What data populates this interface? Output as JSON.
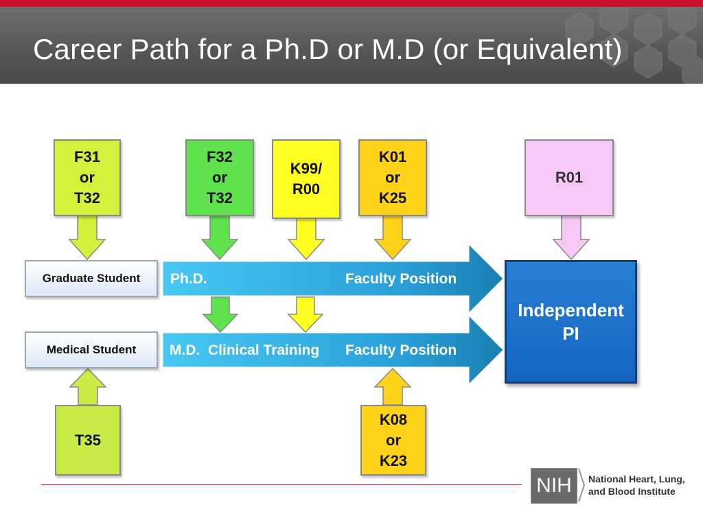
{
  "slide": {
    "title": "Career Path for a Ph.D or M.D (or Equivalent)"
  },
  "boxes": {
    "f31": [
      "F31",
      "or",
      "T32"
    ],
    "f32": [
      "F32",
      "or",
      "T32"
    ],
    "k99": [
      "K99/",
      "R00"
    ],
    "k01": [
      "K01",
      "or",
      "K25"
    ],
    "r01": [
      "R01"
    ],
    "t35": [
      "T35"
    ],
    "k08": [
      "K08",
      "or",
      "K23"
    ]
  },
  "labels": {
    "graduate": "Graduate Student",
    "medical": "Medical Student"
  },
  "paths": {
    "phd_left": "Ph.D.",
    "phd_right": "Faculty Position",
    "md_left": "M.D.  Clinical Training",
    "md_right": "Faculty Position"
  },
  "outcome": {
    "line1": "Independent",
    "line2": "PI"
  },
  "footer": {
    "logo": "NIH",
    "org_line1": "National Heart, Lung,",
    "org_line2": "and Blood Institute"
  },
  "colors": {
    "f31": "#d4f03a",
    "f32": "#5fe34d",
    "k99": "#ffff22",
    "k01": "#ffd21a",
    "r01": "#f7c8f5",
    "t35": "#c8ec45",
    "k08": "#ffd21a",
    "pathway": "#2a9fd8",
    "pi": "#1565c0",
    "accent": "#c8102e"
  }
}
